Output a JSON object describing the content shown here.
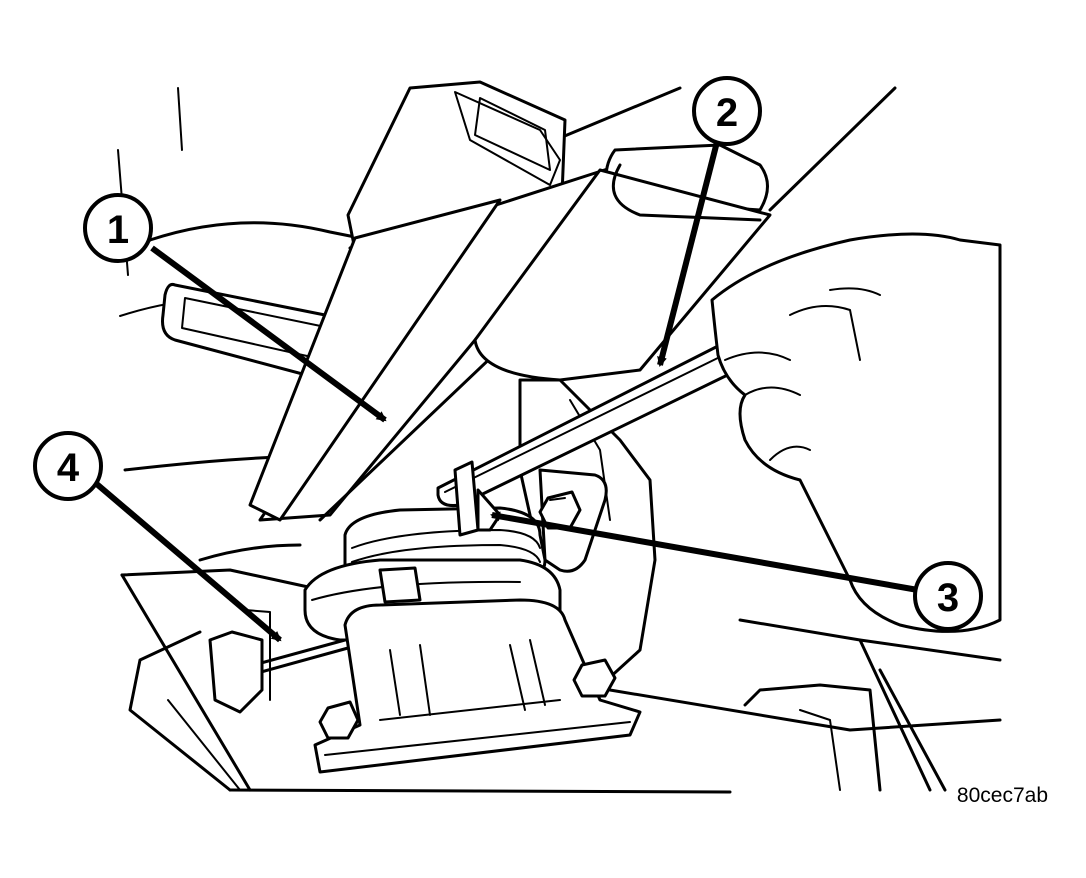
{
  "callouts": [
    {
      "label": "1"
    },
    {
      "label": "2"
    },
    {
      "label": "3"
    },
    {
      "label": "4"
    }
  ],
  "figure_ref": "80cec7ab"
}
